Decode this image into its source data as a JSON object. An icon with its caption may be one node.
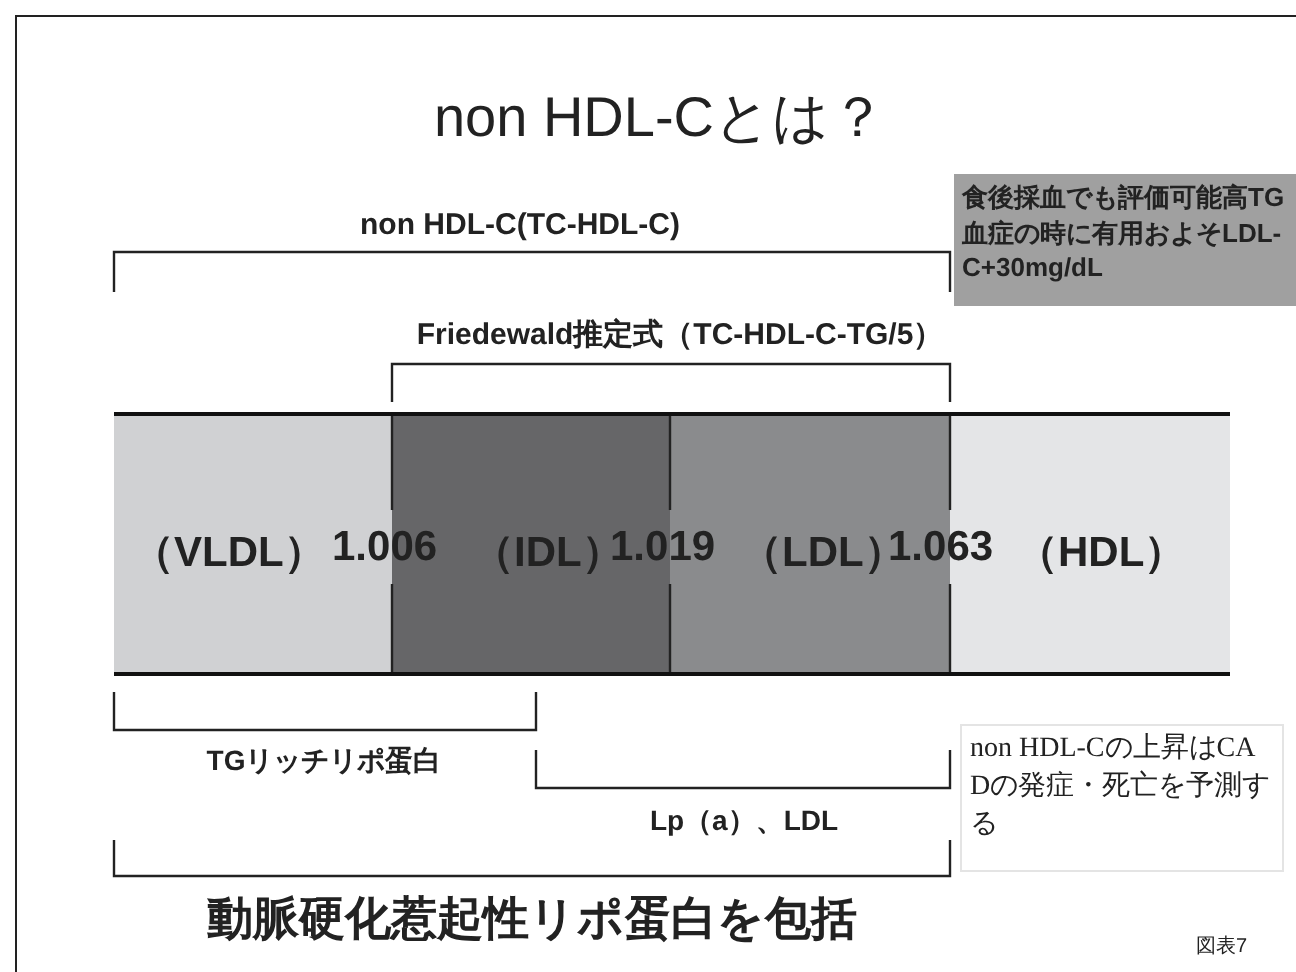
{
  "diagram": {
    "title": "non HDL-Cとは？",
    "nodes": [
      {
        "text": [
          "食後採血でも評価可能高TG血症の時に有用およそLDL-C+30mg/dL"
        ]
      },
      {
        "text": [
          "non HDL-Cの上昇はCADの発症・死亡を予測する"
        ]
      }
    ],
    "labels": [
      "non HDL-C(TC-HDL-C)",
      "Friedewald推定式（TC-HDL-C-TG/5）",
      "（VLDL）",
      "1.006",
      "（IDL）",
      "1.019",
      "（LDL）",
      "1.063",
      "（HDL）",
      "TGリッチリポ蛋白",
      "Lp（a）、LDL",
      "動脈硬化惹起性リポ蛋白を包括",
      "図表7"
    ]
  }
}
